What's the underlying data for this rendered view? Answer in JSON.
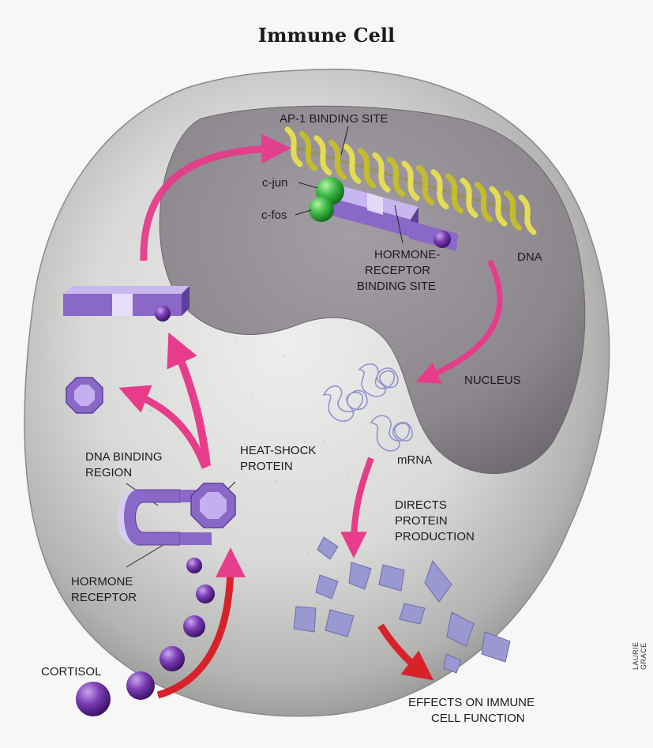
{
  "title": "Immune Cell",
  "labels": {
    "ap1_binding_site": "AP-1 BINDING SITE",
    "c_jun": "c-jun",
    "c_fos": "c-fos",
    "dna": "DNA",
    "hormone_receptor_binding_site_1": "HORMONE-",
    "hormone_receptor_binding_site_2": "RECEPTOR",
    "hormone_receptor_binding_site_3": "BINDING SITE",
    "nucleus": "NUCLEUS",
    "mrna": "mRNA",
    "dna_binding_region_1": "DNA BINDING",
    "dna_binding_region_2": "REGION",
    "heat_shock_protein_1": "HEAT-SHOCK",
    "heat_shock_protein_2": "PROTEIN",
    "directs_1": "DIRECTS",
    "directs_2": "PROTEIN",
    "directs_3": "PRODUCTION",
    "hormone_receptor_1": "HORMONE",
    "hormone_receptor_2": "RECEPTOR",
    "cortisol": "CORTISOL",
    "effects_1": "EFFECTS ON IMMUNE",
    "effects_2": "CELL FUNCTION"
  },
  "credit": "LAURIE GRACE",
  "colors": {
    "arrow_pink": "#e0408c",
    "arrow_red": "#d8222a",
    "receptor_purple": "#8a6cc8",
    "cortisol_purple": "#6a2ea0",
    "protein_lavender": "#9a98d0",
    "dna_yellow": "#d8d040",
    "ap1_green": "#3fb84a",
    "nucleus_gray": "#8f898f",
    "cell_gray": "#c9c9c9"
  }
}
